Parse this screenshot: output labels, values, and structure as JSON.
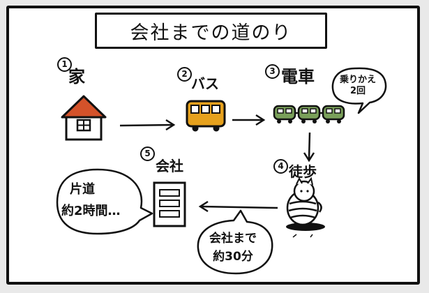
{
  "title": "会社までの道のり",
  "steps": [
    {
      "num": "1",
      "label": "家"
    },
    {
      "num": "2",
      "label": "バス"
    },
    {
      "num": "3",
      "label": "電車"
    },
    {
      "num": "4",
      "label": "徒歩"
    },
    {
      "num": "5",
      "label": "会社"
    }
  ],
  "bubbles": {
    "transfer": {
      "line1": "乗りかえ",
      "line2": "2回"
    },
    "to_company": {
      "line1": "会社まで",
      "line2": "約30分"
    },
    "one_way": {
      "line1": "片道",
      "line2": "約2時間…"
    }
  },
  "colors": {
    "roof": "#d4522a",
    "bus": "#e6a11d",
    "train": "#7aa05a"
  }
}
